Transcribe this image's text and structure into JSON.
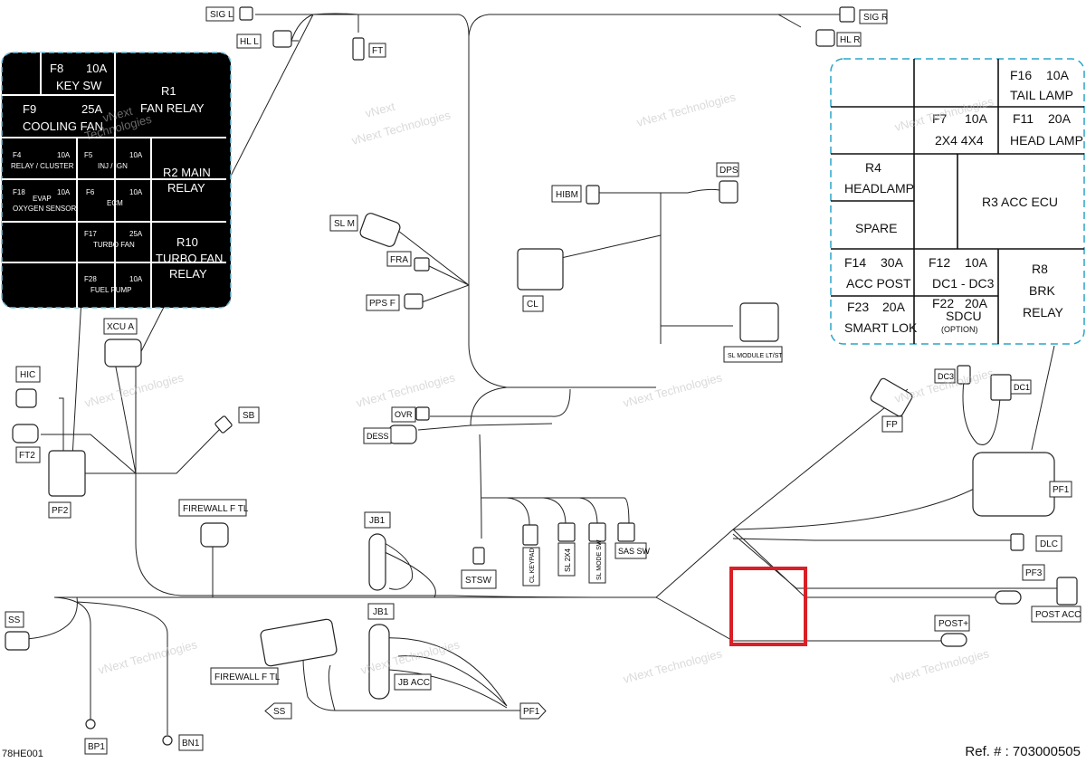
{
  "connectors": {
    "sig_l": "SIG L",
    "hl_l": "HL L",
    "ft": "FT",
    "sig_r": "SIG R",
    "hl_r": "HL R",
    "hibm": "HIBM",
    "dps": "DPS",
    "sl_m": "SL M",
    "fra": "FRA",
    "pps_f": "PPS F",
    "cl": "CL",
    "sl_module": "SL MODULE LT/ST",
    "xcu_a": "XCU A",
    "hic": "HIC",
    "sb": "SB",
    "ft2": "FT2",
    "pf2": "PF2",
    "ovr": "OVR",
    "dess": "DESS",
    "dc3": "DC3",
    "dc1": "DC1",
    "fp": "FP",
    "pf1_right": "PF1",
    "firewall_f_tl_top": "FIREWALL F TL",
    "jb1_top": "JB1",
    "stsw": "STSW",
    "cl_keypad": "CL KEYPAD",
    "sl_2x4": "SL 2X4",
    "sl_mode_sw": "SL MODE SW",
    "sas_sw": "SAS SW",
    "dlc": "DLC",
    "pf3": "PF3",
    "post_acc": "POST ACC",
    "post_plus": "POST+",
    "ss": "SS",
    "jb1_bottom": "JB1",
    "firewall_f_tl_bottom": "FIREWALL F TL",
    "jb_acc": "JB ACC",
    "ss_arrow": "SS",
    "pf1_bottom": "PF1",
    "bp1": "BP1",
    "bn1": "BN1"
  },
  "fuse_box_left": {
    "f8": {
      "id": "F8",
      "amp": "10A",
      "name": "KEY SW"
    },
    "f9": {
      "id": "F9",
      "amp": "25A",
      "name": "COOLING FAN"
    },
    "r1": {
      "id": "R1",
      "name": "FAN RELAY"
    },
    "f4": {
      "id": "F4",
      "amp": "10A",
      "name": "RELAY / CLUSTER"
    },
    "f5": {
      "id": "F5",
      "amp": "10A",
      "name": "INJ / IGN"
    },
    "r2": {
      "l1": "R2 MAIN",
      "l2": "RELAY"
    },
    "f18": {
      "id": "F18",
      "amp": "10A",
      "l1": "EVAP",
      "l2": "OXYGEN SENSOR"
    },
    "f6": {
      "id": "F6",
      "amp": "10A",
      "name": "ECM"
    },
    "f17": {
      "id": "F17",
      "amp": "25A",
      "name": "TURBO FAN"
    },
    "r10": {
      "l1": "R10",
      "l2": "TURBO FAN",
      "l3": "RELAY"
    },
    "f28": {
      "id": "F28",
      "amp": "10A",
      "name": "FUEL PUMP"
    }
  },
  "fuse_box_right": {
    "f16": {
      "id": "F16",
      "amp": "10A",
      "name": "TAIL LAMP"
    },
    "f7": {
      "id": "F7",
      "amp": "10A",
      "name": "2X4 4X4"
    },
    "f11": {
      "id": "F11",
      "amp": "20A",
      "name": "HEAD LAMP"
    },
    "r4": {
      "id": "R4",
      "name": "HEADLAMP"
    },
    "r3": {
      "name": "R3 ACC ECU"
    },
    "spare": "SPARE",
    "f14": {
      "id": "F14",
      "amp": "30A",
      "name": "ACC POST"
    },
    "f12": {
      "id": "F12",
      "amp": "10A",
      "name": "DC1 - DC3"
    },
    "r8": {
      "l1": "R8",
      "l2": "BRK",
      "l3": "RELAY"
    },
    "f23": {
      "id": "F23",
      "amp": "20A",
      "name": "SMART LOK"
    },
    "f22": {
      "id": "F22",
      "amp": "20A",
      "name": "SDCU",
      "note": "(OPTION)"
    }
  },
  "watermark": {
    "l1": "vNext",
    "l2": "Technologies",
    "full": "vNext Technologies"
  },
  "footer": {
    "code": "78HE001",
    "ref": "Ref. # :  703000505"
  },
  "colors": {
    "fuse_bg": "#000000",
    "dashed_border": "#2aa6c9",
    "highlight": "#d92027",
    "wire": "#222222"
  }
}
